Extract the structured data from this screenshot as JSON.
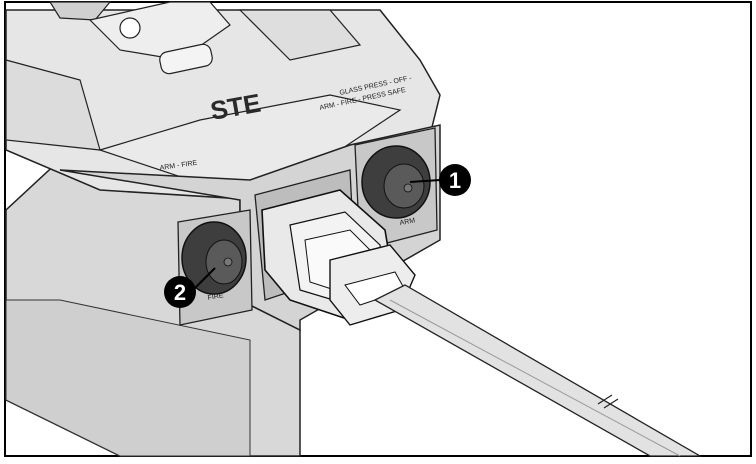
{
  "callouts": [
    {
      "number": "1"
    },
    {
      "number": "2"
    }
  ],
  "device_labels": {
    "logo": "STE",
    "arm_label": "ARM",
    "fire_label": "FIRE",
    "top_text_1": "GLASS PRESS - OFF -",
    "top_text_2": "ARM - FIRE - PRESS SAFE",
    "left_text": "ARM - FIRE"
  },
  "colors": {
    "housing": "#e4e4e4",
    "housing_shade": "#c9c9c9",
    "outline": "#1a1a1a",
    "button": "#4a4a4a",
    "callout": "#000000",
    "border": "#000000"
  }
}
